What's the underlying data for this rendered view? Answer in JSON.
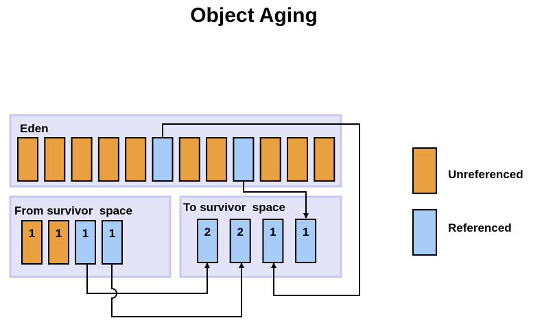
{
  "title": "Object Aging",
  "colors": {
    "unreferenced": "#E8A040",
    "referenced": "#A8CCF8",
    "region_fill": "#E4E4F8",
    "region_border": "#C8C8EC",
    "stroke": "#000000"
  },
  "regions": {
    "eden": {
      "label": "Eden",
      "objects": [
        "unreferenced",
        "unreferenced",
        "unreferenced",
        "unreferenced",
        "unreferenced",
        "referenced",
        "unreferenced",
        "unreferenced",
        "referenced",
        "unreferenced",
        "unreferenced",
        "unreferenced"
      ]
    },
    "from_survivor": {
      "label": "From survivor  space",
      "objects": [
        {
          "state": "unreferenced",
          "age": "1"
        },
        {
          "state": "unreferenced",
          "age": "1"
        },
        {
          "state": "referenced",
          "age": "1"
        },
        {
          "state": "referenced",
          "age": "1"
        }
      ]
    },
    "to_survivor": {
      "label": "To survivor  space",
      "objects": [
        {
          "state": "referenced",
          "age": "2"
        },
        {
          "state": "referenced",
          "age": "2"
        },
        {
          "state": "referenced",
          "age": "1"
        },
        {
          "state": "referenced",
          "age": "1"
        }
      ]
    }
  },
  "legend": {
    "unreferenced_label": "Unreferenced",
    "referenced_label": "Referenced"
  }
}
